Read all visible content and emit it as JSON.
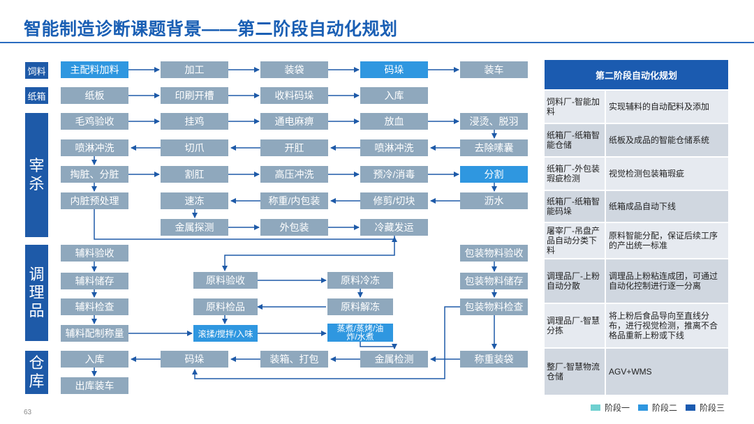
{
  "title": "智能制造诊断课题背景——第二阶段自动化规划",
  "page_number": "63",
  "sections": {
    "feed": "饲料",
    "carton": "纸箱",
    "slaughter": "宰杀",
    "prepared": "调理品",
    "warehouse": "仓库"
  },
  "nodes": {
    "feed_main": "主配料加料",
    "feed_process": "加工",
    "feed_bag": "装袋",
    "feed_stack": "码垛",
    "feed_load": "装车",
    "carton_board": "纸板",
    "carton_print": "印刷开槽",
    "carton_collect": "收料码垛",
    "carton_store": "入库",
    "sl_receive": "毛鸡验收",
    "sl_hang": "挂鸡",
    "sl_stun": "通电麻痹",
    "sl_bleed": "放血",
    "sl_scald": "浸烫、脱羽",
    "sl_spray2": "喷淋冲洗",
    "sl_claw": "切爪",
    "sl_anus": "开肛",
    "sl_spray1": "喷淋冲洗",
    "sl_crop": "去除嗉囊",
    "sl_evisc": "掏脏、分脏",
    "sl_cutanus": "割肛",
    "sl_hpwash": "高压冲洗",
    "sl_chill": "预冷/消毒",
    "sl_split": "分割",
    "sl_offal": "内脏预处理",
    "sl_freeze": "速冻",
    "sl_weigh": "称重/内包装",
    "sl_trim": "修剪/切块",
    "sl_drain": "沥水",
    "sl_metal": "金属探测",
    "sl_outpack": "外包装",
    "sl_cold": "冷藏发运",
    "pr_aux_recv": "辅料验收",
    "pr_aux_store": "辅料储存",
    "pr_aux_check": "辅料检查",
    "pr_aux_weigh": "辅料配制称量",
    "pr_raw_recv": "原料验收",
    "pr_raw_freeze": "原料冷冻",
    "pr_raw_check": "原料检品",
    "pr_raw_thaw": "原料解冻",
    "pr_tumble": "滚揉/搅拌/入味",
    "pr_cook": "蒸煮/蒸烤/油炸/水煮",
    "pr_pkg_recv": "包装物料验收",
    "pr_pkg_store": "包装物料储存",
    "pr_pkg_check": "包装物料检查",
    "wh_in": "入库",
    "wh_stack": "码垛",
    "wh_box": "装箱、打包",
    "wh_metal": "金属检测",
    "wh_weigh": "称重装袋",
    "wh_out": "出库装车"
  },
  "panel": {
    "header": "第二阶段自动化规划",
    "rows": [
      {
        "name": "饲料厂-智能加料",
        "desc": "实现辅料的自动配料及添加"
      },
      {
        "name": "纸箱厂-纸箱智能仓储",
        "desc": "纸板及成品的智能仓储系统"
      },
      {
        "name": "纸箱厂-外包装瑕疵检测",
        "desc": "视觉检测包装箱瑕疵"
      },
      {
        "name": "纸箱厂-纸箱智能码垛",
        "desc": "纸箱成品自动下线"
      },
      {
        "name": "屠宰厂-吊盘产品自动分类下料",
        "desc": "原料智能分配，保证后续工序的产出统一标准"
      },
      {
        "name": "调理品厂-上粉自动分散",
        "desc": "调理品上粉粘连成团，可通过自动化控制进行逐一分离"
      },
      {
        "name": "调理品厂-智慧分拣",
        "desc": "将上粉后食品导向至直线分布，进行视觉检测，推离不合格品重新上粉或下线"
      },
      {
        "name": "整厂-智慧物流仓储",
        "desc": "AGV+WMS"
      }
    ]
  },
  "legend": [
    {
      "label": "阶段一",
      "color": "#6fd0d0"
    },
    {
      "label": "阶段二",
      "color": "#2f97e0"
    },
    {
      "label": "阶段三",
      "color": "#1b5bb0"
    }
  ],
  "colors": {
    "title": "#1a5fb4",
    "section": "#1e5aa8",
    "node_default": "#8fa8bd",
    "node_stage2": "#2f97e0",
    "arrow": "#1e5aa8",
    "panel_row_light": "#e6eaf0",
    "panel_row_dark": "#d0d7e0"
  }
}
